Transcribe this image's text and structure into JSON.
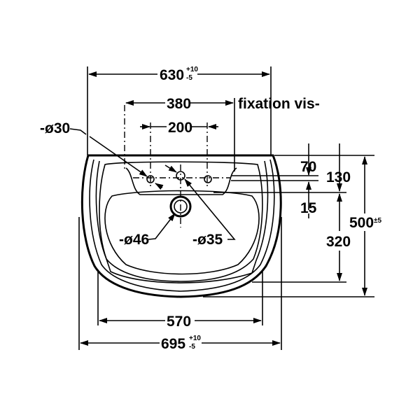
{
  "drawing": {
    "width_top": {
      "value": "630",
      "tol_plus": "+10",
      "tol_minus": "-5"
    },
    "fixing_spacing": "380",
    "fixing_note": "fixation vis-",
    "tap_spacing": "200",
    "hole_small": "-ø30",
    "hole_overflow": "-ø35",
    "hole_drain": "-ø46",
    "dim_70": "70",
    "dim_15": "15",
    "dim_130": "130",
    "dim_320": "320",
    "depth": {
      "value": "500",
      "tol": "±5"
    },
    "bowl_width": "570",
    "width_total": {
      "value": "695",
      "tol_plus": "+10",
      "tol_minus": "-5"
    }
  }
}
